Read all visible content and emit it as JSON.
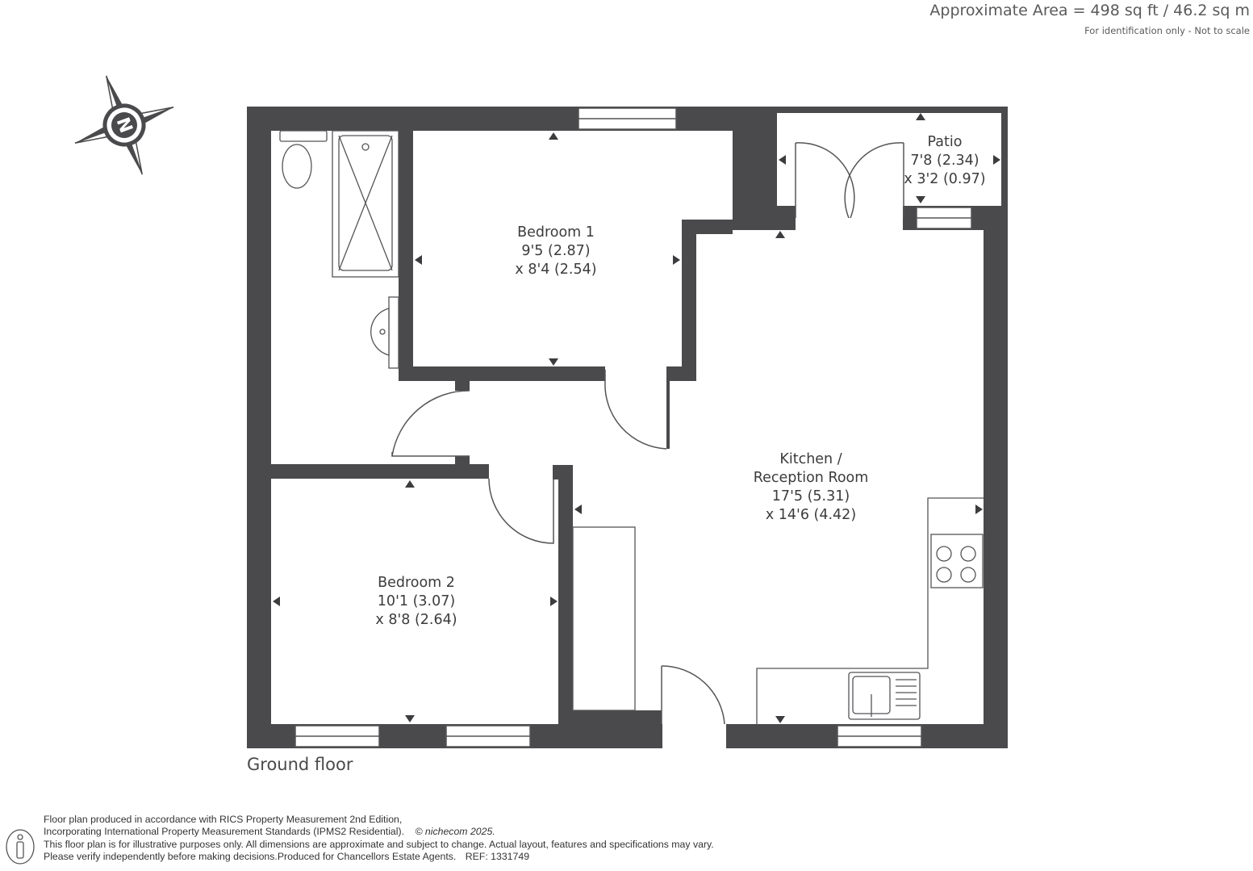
{
  "header": {
    "area": "Approximate Area = 498 sq ft / 46.2 sq m",
    "note": "For identification only - Not to scale"
  },
  "compass": {
    "letter": "N",
    "icon": "north-arrow-icon"
  },
  "rooms": [
    {
      "name": "Bedroom 1",
      "dim1": "9'5 (2.87)",
      "dim2": "x 8'4 (2.54)"
    },
    {
      "name": "Patio",
      "dim1": "7'8 (2.34)",
      "dim2": "x 3'2 (0.97)"
    },
    {
      "name_line1": "Kitchen /",
      "name_line2": "Reception Room",
      "dim1": "17'5 (5.31)",
      "dim2": "x 14'6 (4.42)"
    },
    {
      "name": "Bedroom 2",
      "dim1": "10'1 (3.07)",
      "dim2": "x 8'8 (2.64)"
    }
  ],
  "floor_label": "Ground floor",
  "footer": {
    "line1": "Floor plan produced in accordance with RICS Property Measurement 2nd Edition,",
    "line2": "Incorporating International Property Measurement Standards (IPMS2 Residential).",
    "copyright": "© nichecom 2025.",
    "line3": "This floor plan is for illustrative purposes only. All dimensions are approximate and subject to change. Actual layout, features and specifications may vary.",
    "line4": "Please verify independently before making decisions.Produced for Chancellors Estate Agents.",
    "ref": "REF: 1331749"
  },
  "colors": {
    "wall": "#4a4a4c",
    "line": "#555557",
    "text": "#3c3c3e"
  }
}
